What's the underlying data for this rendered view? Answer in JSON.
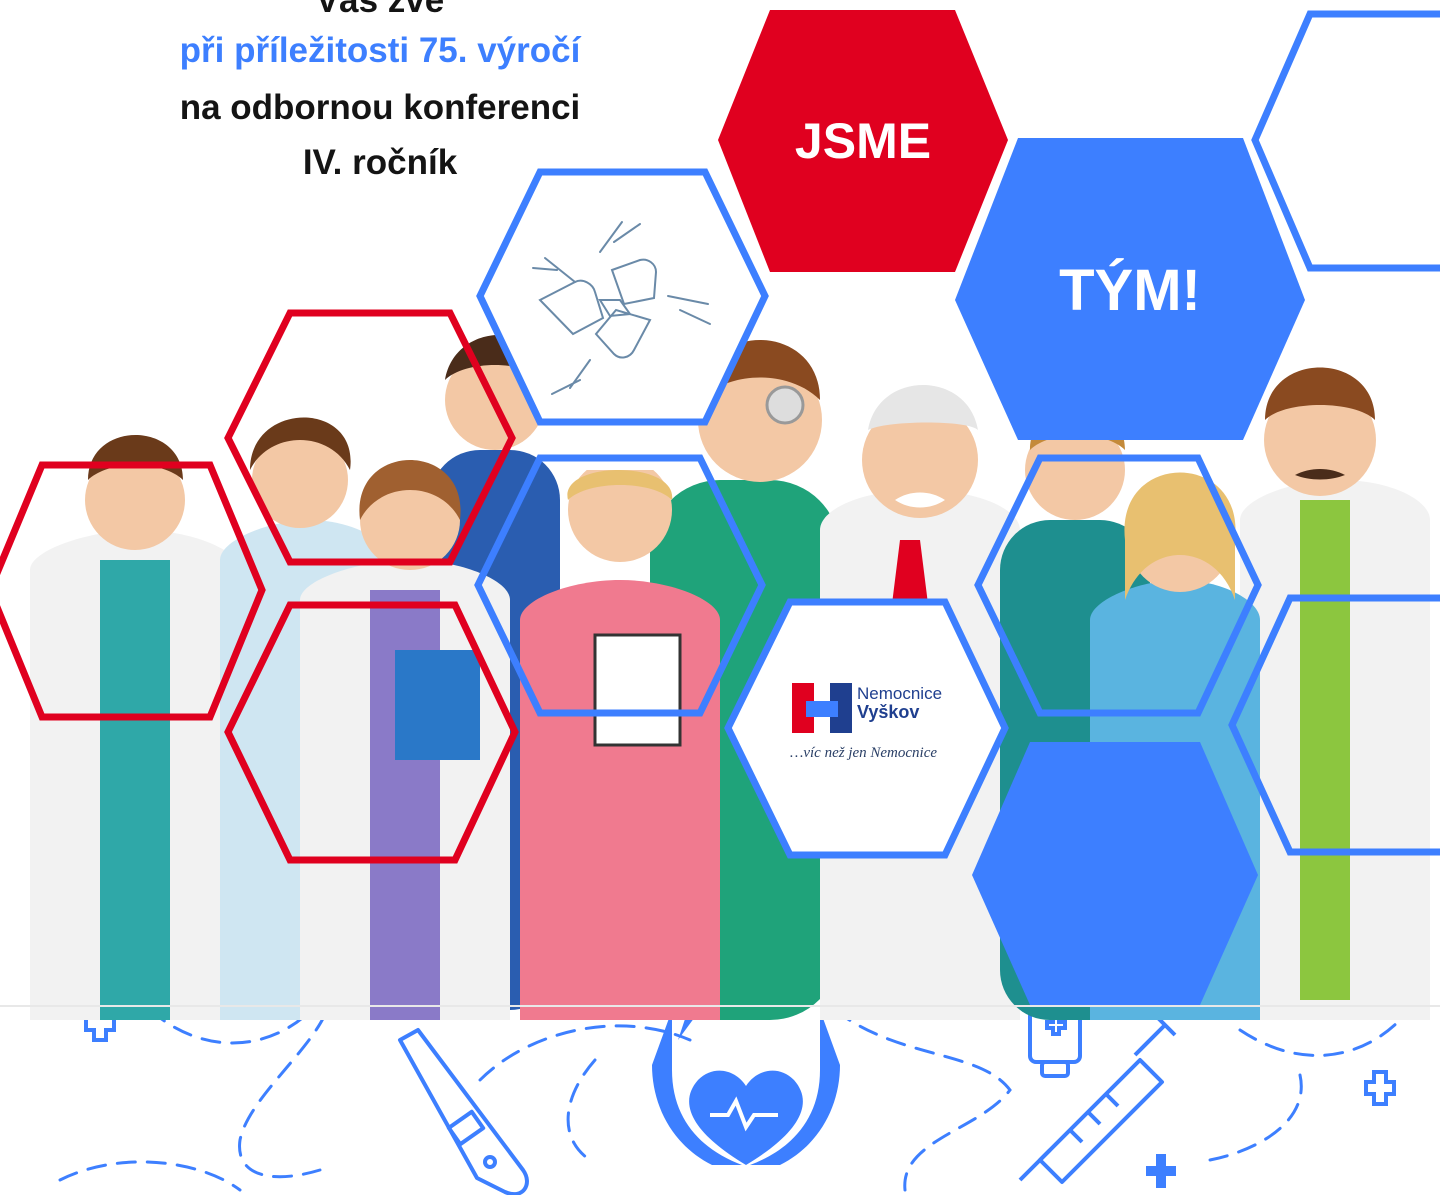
{
  "header": {
    "line_top_partial": "Vás zve",
    "line_anniversary": "při příležitosti 75. výročí",
    "line_conference": "na odbornou konferenci",
    "line_edition": "IV. ročník"
  },
  "hex_labels": {
    "jsme": "JSME",
    "tym": "TÝM!"
  },
  "logo": {
    "name_line1": "Nemocnice",
    "name_line2": "Vyškov",
    "tagline": "…víc než jen Nemocnice"
  },
  "colors": {
    "red": "#e0001f",
    "blue": "#3d7fff",
    "navy": "#1f3f8f",
    "text": "#141414"
  },
  "icons": [
    "teamwork-hands-icon",
    "medical-cross-icon",
    "thermometer-icon",
    "caring-hands-heart-icon",
    "syringe-icon",
    "medicine-bottle-icon"
  ]
}
